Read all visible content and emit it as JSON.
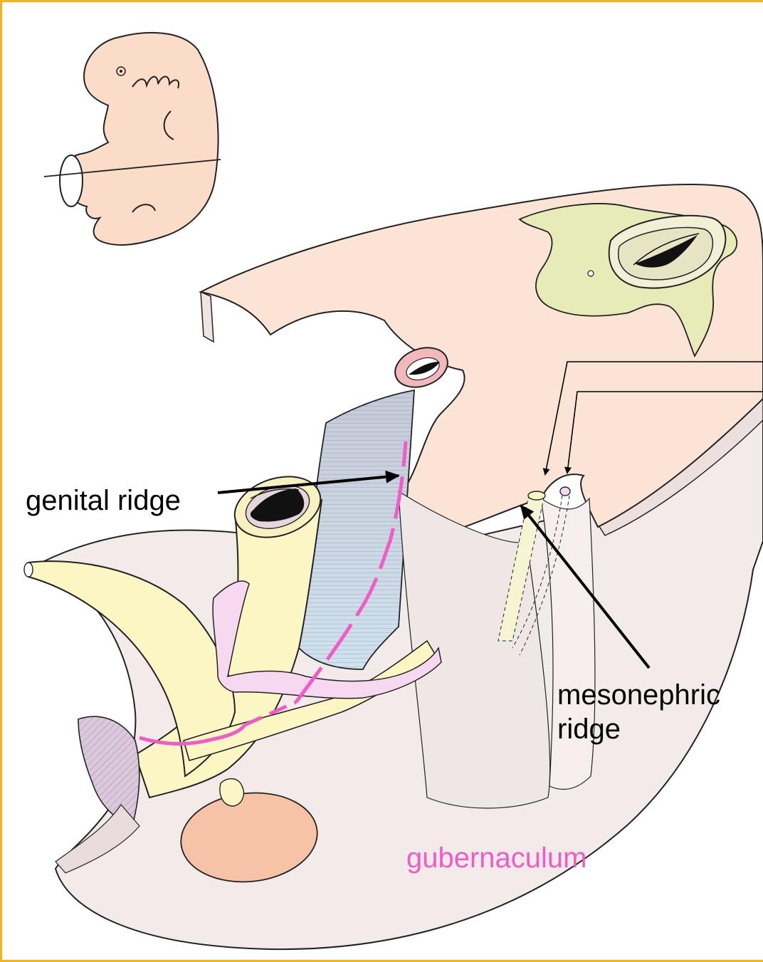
{
  "labels": {
    "genital_ridge": "genital ridge",
    "mesonephric_line1": "mesonephric",
    "mesonephric_line2": "ridge",
    "gubernaculum": "gubernaculum"
  },
  "colors": {
    "frame_border": "#f5b41f",
    "skin": "#fbe3d6",
    "yellow_tube": "#fbf6c4",
    "pink_tube": "#f6d9f0",
    "gubernaculum": "#f25ac6",
    "neural_green": "#e6ebb8",
    "gonad_orange": "#f7c3a6"
  },
  "icons": {
    "embryo_inset": "embryo-outline-icon"
  }
}
